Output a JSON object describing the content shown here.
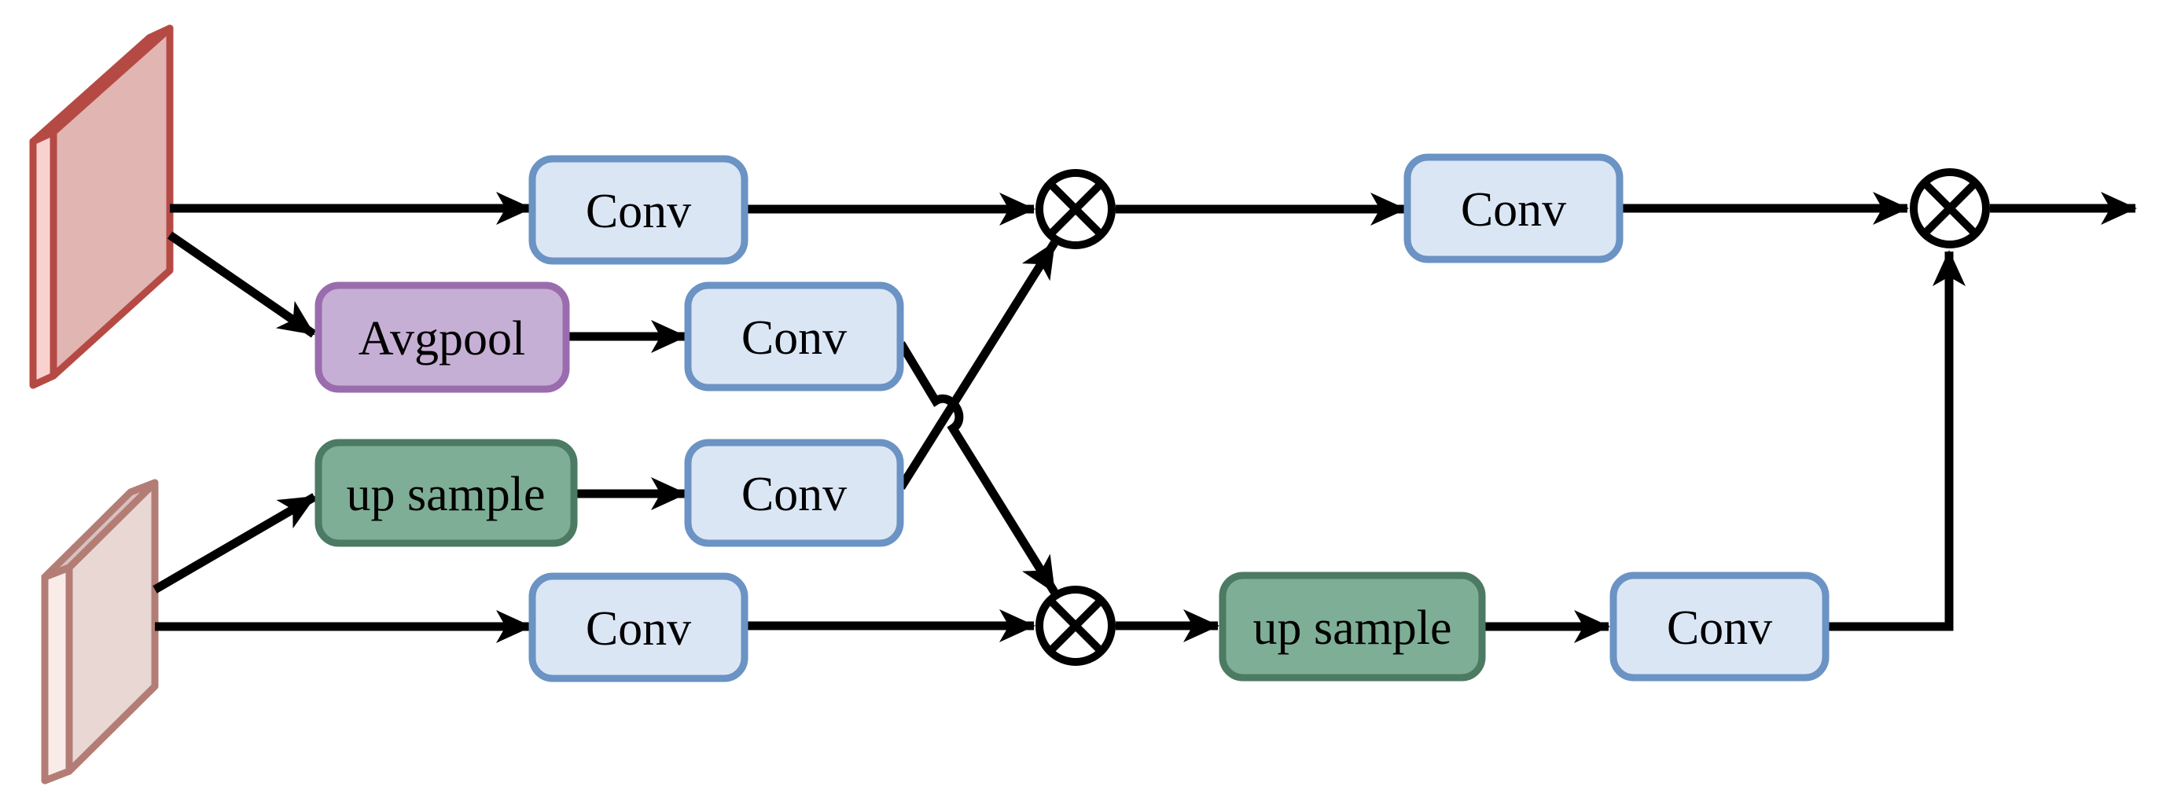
{
  "diagram": {
    "background": "#ffffff",
    "palette": {
      "line": "#000000",
      "conv_fill": "#dbe6f5",
      "conv_border": "#6b93c4",
      "avgpool_fill": "#c6afd4",
      "avgpool_border": "#9a6cae",
      "upsample_fill": "#7fae96",
      "upsample_border": "#4c7a63",
      "slab_top_border": "#b54a44",
      "slab_top_front": "#e0b5b2",
      "slab_top_side": "#f9d2cf",
      "slab_top_top": "#c9a5a2",
      "slab_bottom_border": "#b37d76",
      "slab_bottom_front": "#e9d7d4",
      "slab_bottom_side": "#f8ebe8",
      "slab_bottom_top": "#d6c2bf"
    },
    "inputs": [
      {
        "id": "feature-map-top",
        "shape": "red 3d slab"
      },
      {
        "id": "feature-map-bottom",
        "shape": "pale pink 3d slab"
      }
    ],
    "nodes": [
      {
        "id": "conv-top-left",
        "label": "Conv"
      },
      {
        "id": "avgpool",
        "label": "Avgpool"
      },
      {
        "id": "conv-mid-upper",
        "label": "Conv"
      },
      {
        "id": "upsample-left",
        "label": "up sample"
      },
      {
        "id": "conv-mid-lower",
        "label": "Conv"
      },
      {
        "id": "conv-bottom-left",
        "label": "Conv"
      },
      {
        "id": "conv-top-right",
        "label": "Conv"
      },
      {
        "id": "upsample-right",
        "label": "up sample"
      },
      {
        "id": "conv-bottom-right",
        "label": "Conv"
      }
    ],
    "operators": [
      {
        "id": "multiply-top",
        "symbol": "⊗"
      },
      {
        "id": "multiply-bottom",
        "symbol": "⊗"
      },
      {
        "id": "multiply-output",
        "symbol": "⊗"
      }
    ],
    "edges": [
      {
        "from": "feature-map-top",
        "to": "conv-top-left"
      },
      {
        "from": "feature-map-top",
        "to": "avgpool"
      },
      {
        "from": "conv-top-left",
        "to": "multiply-top"
      },
      {
        "from": "avgpool",
        "to": "conv-mid-upper"
      },
      {
        "from": "conv-mid-upper",
        "to": "multiply-bottom"
      },
      {
        "from": "upsample-left",
        "to": "conv-mid-lower"
      },
      {
        "from": "conv-mid-lower",
        "to": "multiply-top"
      },
      {
        "from": "multiply-top",
        "to": "conv-top-right"
      },
      {
        "from": "conv-top-right",
        "to": "multiply-output"
      },
      {
        "from": "multiply-output",
        "to": "output"
      },
      {
        "from": "feature-map-bottom",
        "to": "upsample-left"
      },
      {
        "from": "feature-map-bottom",
        "to": "conv-bottom-left"
      },
      {
        "from": "conv-bottom-left",
        "to": "multiply-bottom"
      },
      {
        "from": "multiply-bottom",
        "to": "upsample-right"
      },
      {
        "from": "upsample-right",
        "to": "conv-bottom-right"
      },
      {
        "from": "conv-bottom-right",
        "to": "multiply-output"
      }
    ]
  }
}
